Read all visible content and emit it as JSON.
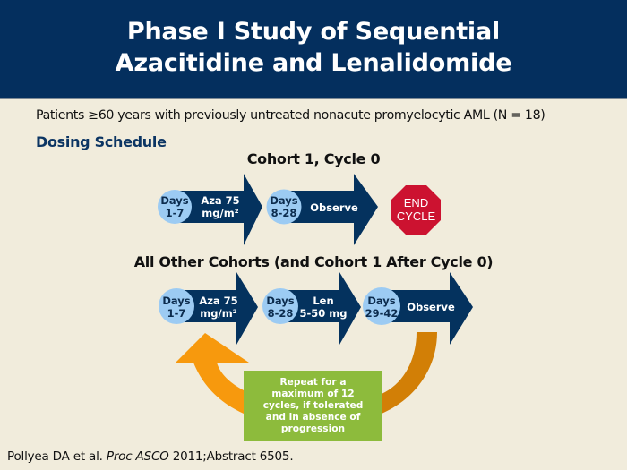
{
  "slide": {
    "title_line1": "Phase I Study of Sequential",
    "title_line2": "Azacitidine and Lenalidomide",
    "subtitle": "Patients ≥60 years with previously untreated nonacute promyelocytic AML (N = 18)",
    "section_heading": "Dosing Schedule",
    "citation": {
      "authors": "Pollyea DA et al. ",
      "journal": "Proc ASCO",
      "rest": " 2011;Abstract 6505."
    }
  },
  "colors": {
    "header_bg": "#042f5e",
    "background": "#f1ecdc",
    "arrow_navy": "#04325e",
    "circle_blue": "#9ccbf3",
    "stop_red": "#cc1230",
    "repeat_green": "#8dbb3c",
    "loop_orange": "#f7990d",
    "loop_dark_orange": "#d27f06"
  },
  "cohort1": {
    "heading": "Cohort 1, Cycle 0",
    "steps": [
      {
        "days_line1": "Days",
        "days_line2": "1-7",
        "action_line1": "Aza 75",
        "action_line2": "mg/m²"
      },
      {
        "days_line1": "Days",
        "days_line2": "8-28",
        "action_line1": "Observe",
        "action_line2": ""
      }
    ],
    "end": {
      "line1": "END",
      "line2": "CYCLE",
      "icon": "stop-sign-icon"
    }
  },
  "other_cohorts": {
    "heading": "All Other Cohorts (and Cohort 1 After Cycle 0)",
    "steps": [
      {
        "days_line1": "Days",
        "days_line2": "1-7",
        "action_line1": "Aza 75",
        "action_line2": "mg/m²"
      },
      {
        "days_line1": "Days",
        "days_line2": "8-28",
        "action_line1": "Len",
        "action_line2": "5-50 mg"
      },
      {
        "days_line1": "Days",
        "days_line2": "29-42",
        "action_line1": "Observe",
        "action_line2": ""
      }
    ],
    "repeat_note": "Repeat for a maximum of 12 cycles, if tolerated and in absence of progression"
  }
}
